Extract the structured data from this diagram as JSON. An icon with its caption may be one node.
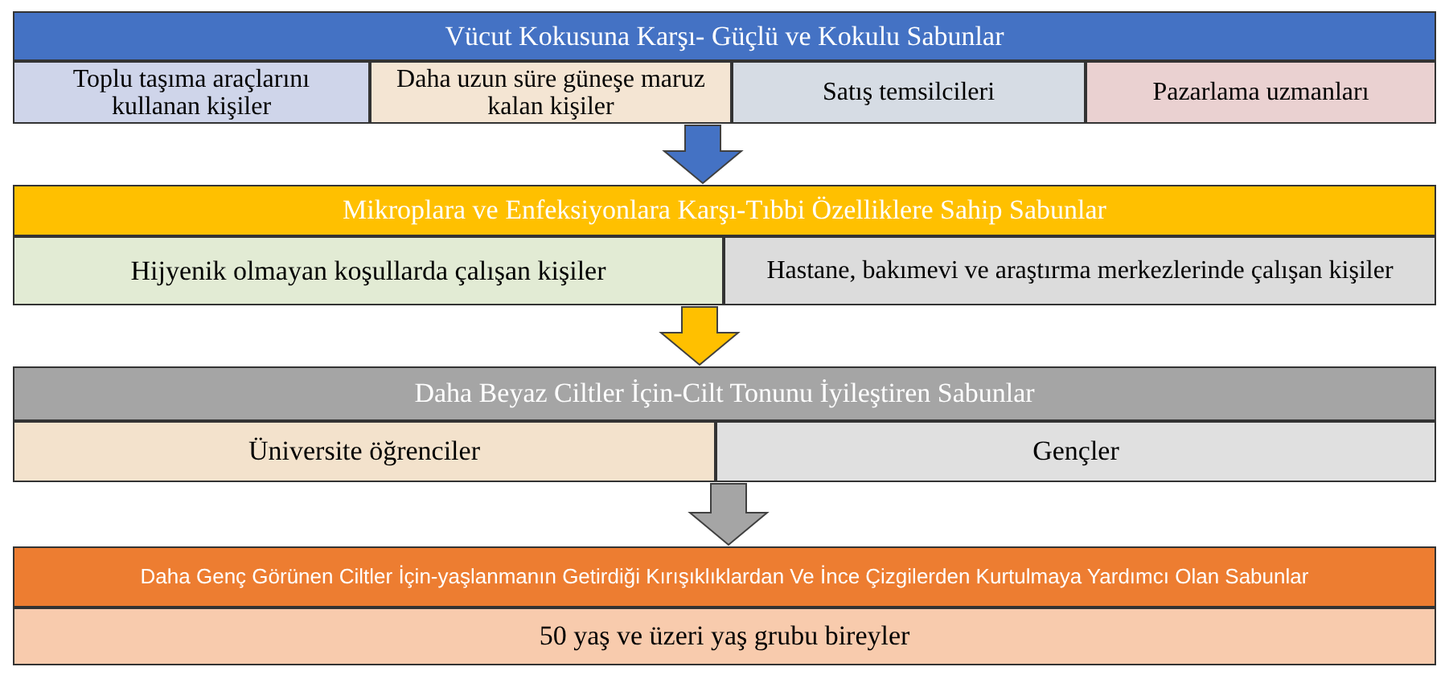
{
  "diagram": {
    "nodes": [
      {
        "text": [
          "Vücut Kokusuna Karşı- Güçlü ve Kokulu Sabunlar"
        ]
      },
      {
        "text": [
          "Toplu taşıma araçlarını kullanan kişiler"
        ]
      },
      {
        "text": [
          "Daha uzun süre güneşe maruz kalan kişiler"
        ]
      },
      {
        "text": [
          "Satış temsilcileri"
        ]
      },
      {
        "text": [
          "Pazarlama uzmanları"
        ]
      },
      {
        "text": [
          "Mikroplara ve Enfeksiyonlara Karşı-Tıbbi Özelliklere Sahip Sabunlar"
        ]
      },
      {
        "text": [
          "Hijyenik olmayan koşullarda çalışan kişiler"
        ]
      },
      {
        "text": [
          "Hastane, bakımevi ve araştırma merkezlerinde çalışan kişiler"
        ]
      },
      {
        "text": [
          "Daha Beyaz Ciltler İçin-Cilt Tonunu İyileştiren Sabunlar"
        ]
      },
      {
        "text": [
          "Üniversite öğrenciler"
        ]
      },
      {
        "text": [
          "Gençler"
        ]
      },
      {
        "text": [
          "Daha Genç Görünen Ciltler İçin-yaşlanmanın Getirdiği Kırışıklıklardan Ve İnce Çizgilerden Kurtulmaya Yardımcı Olan Sabunlar"
        ]
      },
      {
        "text": [
          "50 yaş ve üzeri yaş grubu bireyler"
        ]
      }
    ],
    "edges": [
      {
        "from": 2,
        "to": 5,
        "arrow": "to",
        "color": "#4472c4"
      },
      {
        "from": 6,
        "to": 8,
        "arrow": "to",
        "color": "#ffc000"
      },
      {
        "from": 10,
        "to": 11,
        "arrow": "to",
        "color": "#a5a5a5"
      }
    ]
  }
}
